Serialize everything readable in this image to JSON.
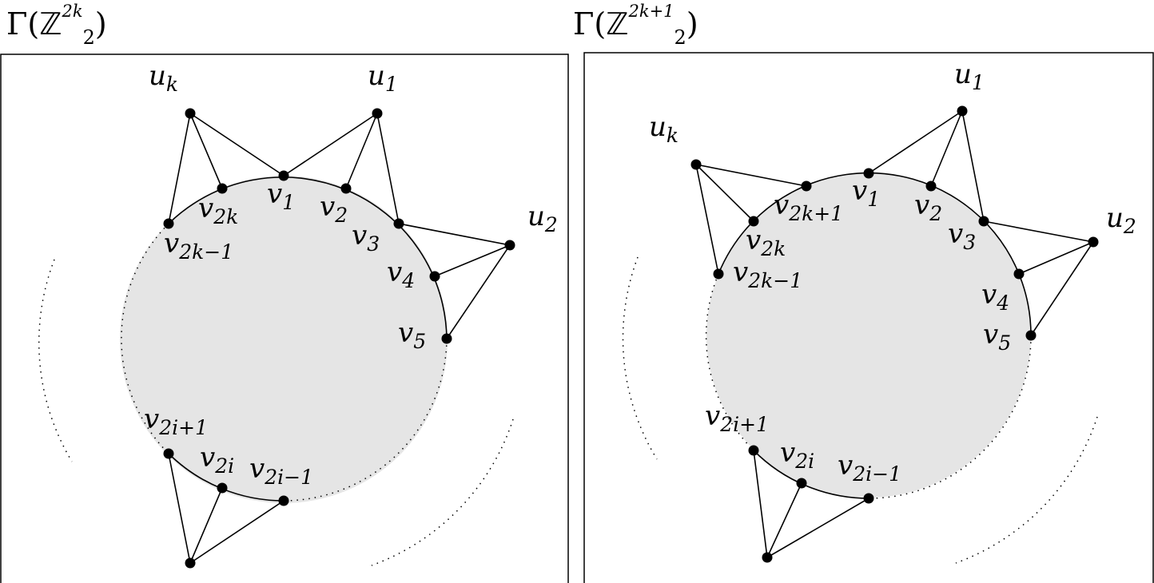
{
  "panels": [
    {
      "title": {
        "prefix": "Γ(",
        "set": "ℤ",
        "sub": "2",
        "sup": "2k",
        "suffix": ")"
      },
      "labels": [
        {
          "base": "u",
          "sub": "k"
        },
        {
          "base": "u",
          "sub": "1"
        },
        {
          "base": "u",
          "sub": "2"
        },
        {
          "base": "v",
          "sub": "1"
        },
        {
          "base": "v",
          "sub": "2"
        },
        {
          "base": "v",
          "sub": "3"
        },
        {
          "base": "v",
          "sub": "4"
        },
        {
          "base": "v",
          "sub": "5"
        },
        {
          "base": "v",
          "sub": "2k"
        },
        {
          "base": "v",
          "sub": "2k−1"
        },
        {
          "base": "v",
          "sub": "2i+1"
        },
        {
          "base": "v",
          "sub": "2i"
        },
        {
          "base": "v",
          "sub": "2i−1"
        }
      ]
    },
    {
      "title": {
        "prefix": "Γ(",
        "set": "ℤ",
        "sub": "2",
        "sup": "2k+1",
        "suffix": ")"
      },
      "labels": [
        {
          "base": "u",
          "sub": "k"
        },
        {
          "base": "u",
          "sub": "1"
        },
        {
          "base": "u",
          "sub": "2"
        },
        {
          "base": "v",
          "sub": "1"
        },
        {
          "base": "v",
          "sub": "2"
        },
        {
          "base": "v",
          "sub": "3"
        },
        {
          "base": "v",
          "sub": "4"
        },
        {
          "base": "v",
          "sub": "5"
        },
        {
          "base": "v",
          "sub": "2k+1"
        },
        {
          "base": "v",
          "sub": "2k"
        },
        {
          "base": "v",
          "sub": "2k−1"
        },
        {
          "base": "v",
          "sub": "2i+1"
        },
        {
          "base": "v",
          "sub": "2i"
        },
        {
          "base": "v",
          "sub": "2i−1"
        }
      ]
    }
  ],
  "colors": {
    "disc_fill": "#e5e5e5",
    "ink": "#000000"
  }
}
